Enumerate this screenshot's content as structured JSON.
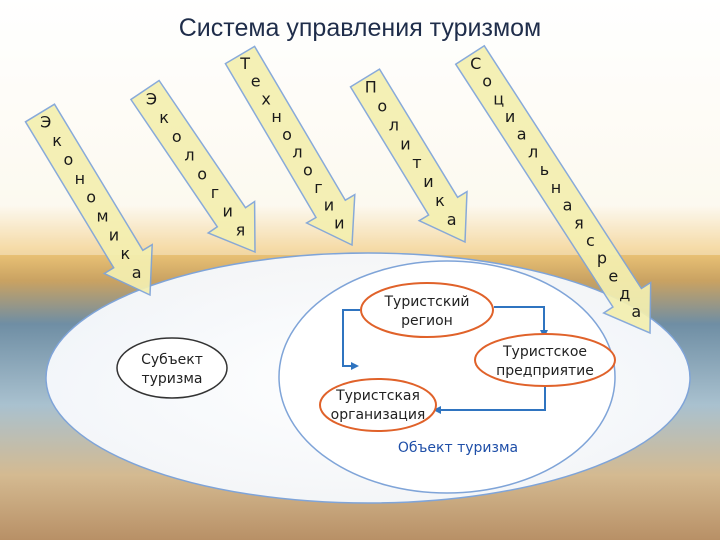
{
  "title": "Система управления туризмом",
  "factors": [
    {
      "label": "Экономика"
    },
    {
      "label": "Экология"
    },
    {
      "label": "Технологии"
    },
    {
      "label": "Политика"
    },
    {
      "label": "Социальная среда"
    }
  ],
  "nodes": {
    "subject": "Субъект туризма",
    "region": "Туристский регион",
    "enterprise": "Туристское предприятие",
    "organization": "Туристская организация",
    "object_label": "Объект туризма"
  },
  "colors": {
    "factor_arrow_fill": "#f4efb0",
    "factor_arrow_border": "#7fa4d8",
    "node_border": "#e0622a",
    "connector": "#2f74c0",
    "object_label": "#1f4fa8",
    "ellipse_border": "#7fa4d8"
  }
}
